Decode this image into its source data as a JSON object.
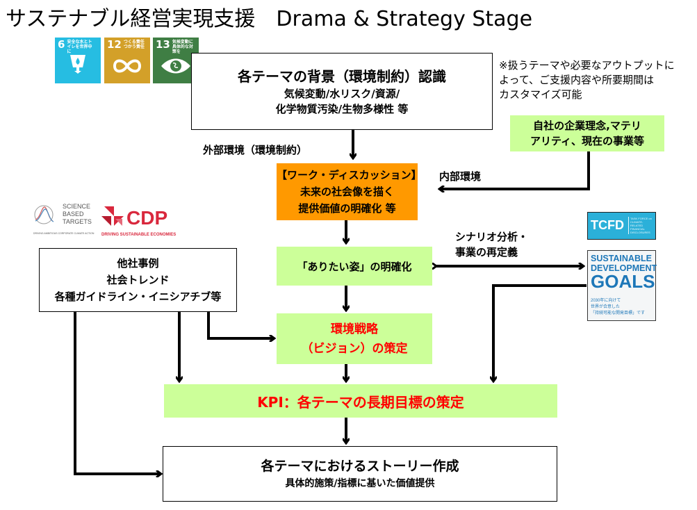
{
  "title": "サステナブル経営実現支援　Drama & Strategy Stage",
  "sdg_icons": [
    {
      "number": "6",
      "text": "安全な水とトイレを世界中に",
      "color": "#26bde2",
      "icon": "water-drop-icon",
      "glyph": "💧"
    },
    {
      "number": "12",
      "text": "つくる責任つかう責任",
      "color": "#d3a029",
      "icon": "infinity-icon",
      "glyph": "∞"
    },
    {
      "number": "13",
      "text": "気候変動に具体的な対策を",
      "color": "#3f7e44",
      "icon": "eye-globe-icon",
      "glyph": "◉"
    }
  ],
  "note": {
    "line1": "※扱うテーマや必要なアウトプットに",
    "line2": "よって、ご支援内容や所要期間は",
    "line3": "カスタマイズ可能"
  },
  "background_box": {
    "heading": "各テーマの背景（環境制約）認識",
    "line1": "気候変動/水リスク/資源/",
    "line2": "化学物質汚染/生物多様性 等"
  },
  "labels": {
    "external": "外部環境（環境制約）",
    "internal": "内部環境",
    "scenario1": "シナリオ分析・",
    "scenario2": "事業の再定義"
  },
  "company_box": {
    "line1": "自社の企業理念,マテリ",
    "line2": "アリティ、現在の事業等"
  },
  "workshop_box": {
    "line1": "【ワーク・ディスカッション】",
    "line2": "未来の社会像を描く",
    "line3": "提供価値の明確化 等"
  },
  "ideal_box": {
    "text": "「ありたい姿」の明確化"
  },
  "reference_box": {
    "line1": "他社事例",
    "line2": "社会トレンド",
    "line3": "各種ガイドライン・イニシアチブ等"
  },
  "strategy_box": {
    "line1": "環境戦略",
    "line2": "（ビジョン）の策定"
  },
  "kpi_box": {
    "text": "KPI：各テーマの長期目標の策定"
  },
  "story_box": {
    "heading": "各テーマにおけるストーリー作成",
    "sub": "具体的施策/指標に基いた価値提供"
  },
  "logos": {
    "sbt": {
      "line1": "SCIENCE",
      "line2": "BASED",
      "line3": "TARGETS",
      "tagline": "DRIVING AMBITIOUS CORPORATE CLIMATE ACTION"
    },
    "cdp": {
      "name": "CDP",
      "tagline": "DRIVING SUSTAINABLE ECONOMIES",
      "color": "#d9283d"
    },
    "tcfd": {
      "name": "TCFD",
      "tagline1": "TASK FORCE on",
      "tagline2": "CLIMATE-RELATED",
      "tagline3": "FINANCIAL",
      "tagline4": "DISCLOSURES",
      "color": "#2bb0d9"
    },
    "sdgs": {
      "line1": "SUSTAINABLE",
      "line2": "DEVELOPMENT",
      "line3": "GOALS",
      "jp1": "2030年に向けて",
      "jp2": "世界が合意した",
      "jp3": "「持続可能な開発目標」です",
      "color": "#1d77b8"
    }
  },
  "colors": {
    "green_box": "#ccff99",
    "orange_box": "#ff9900",
    "accent_red": "#ff0000"
  }
}
